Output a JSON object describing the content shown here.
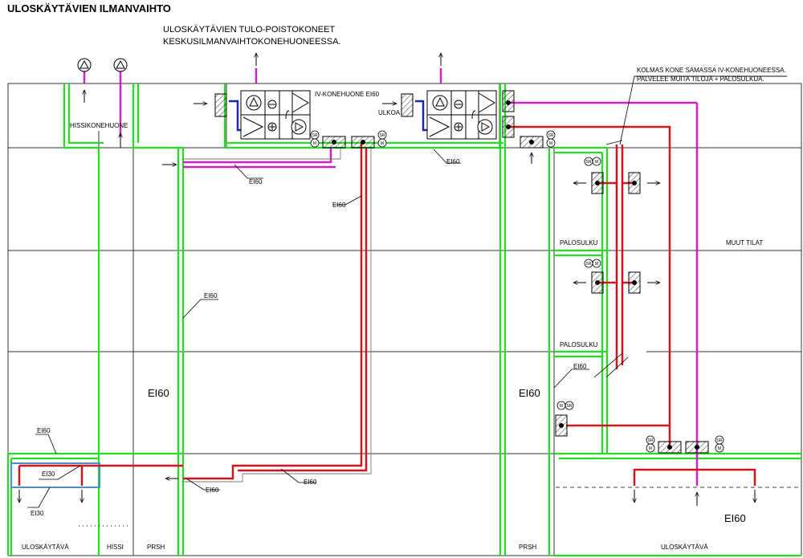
{
  "title": "ULOSKÄYTÄVIEN ILMANVAIHTO",
  "notes": {
    "central_line1": "ULOSKÄYTÄVIEN TULO-POISTOKONEET",
    "central_line2": "KESKUSILMANVAIHTOKONEHUONEESSA.",
    "third_line1": "KOLMAS KONE SAMASSA IV-KONEHUONEESSA.",
    "third_line2": "PALVELEE MUITA TILOJA + PALOSULKUA."
  },
  "rooms": {
    "hissikonehuone": "HISSIKONEHUONE",
    "iv_konehuone": "IV-KONEHUONE EI60",
    "ulkoa": "ULKOA",
    "palosulku_upper": "PALOSULKU",
    "palosulku_lower": "PALOSULKU",
    "muut_tilat": "MUUT TILAT",
    "uloskaytava_left": "ULOSKÄYTÄVÄ",
    "hissi": "HISSI",
    "prsh_left": "PRSH",
    "prsh_right": "PRSH",
    "uloskaytava_right": "ULOSKÄYTÄVÄ"
  },
  "ratings": {
    "ei60": "EI60",
    "ei30": "EI30"
  },
  "device_labels": {
    "sr": "SR",
    "m": "M"
  },
  "colors": {
    "supply_duct": "#d4141c",
    "exhaust_duct": "#d020c8",
    "fire_compartment": "#22dd22",
    "intake_duct": "#1a2aa8",
    "ei30_boundary": "#4a90c8",
    "linework": "#333333"
  }
}
